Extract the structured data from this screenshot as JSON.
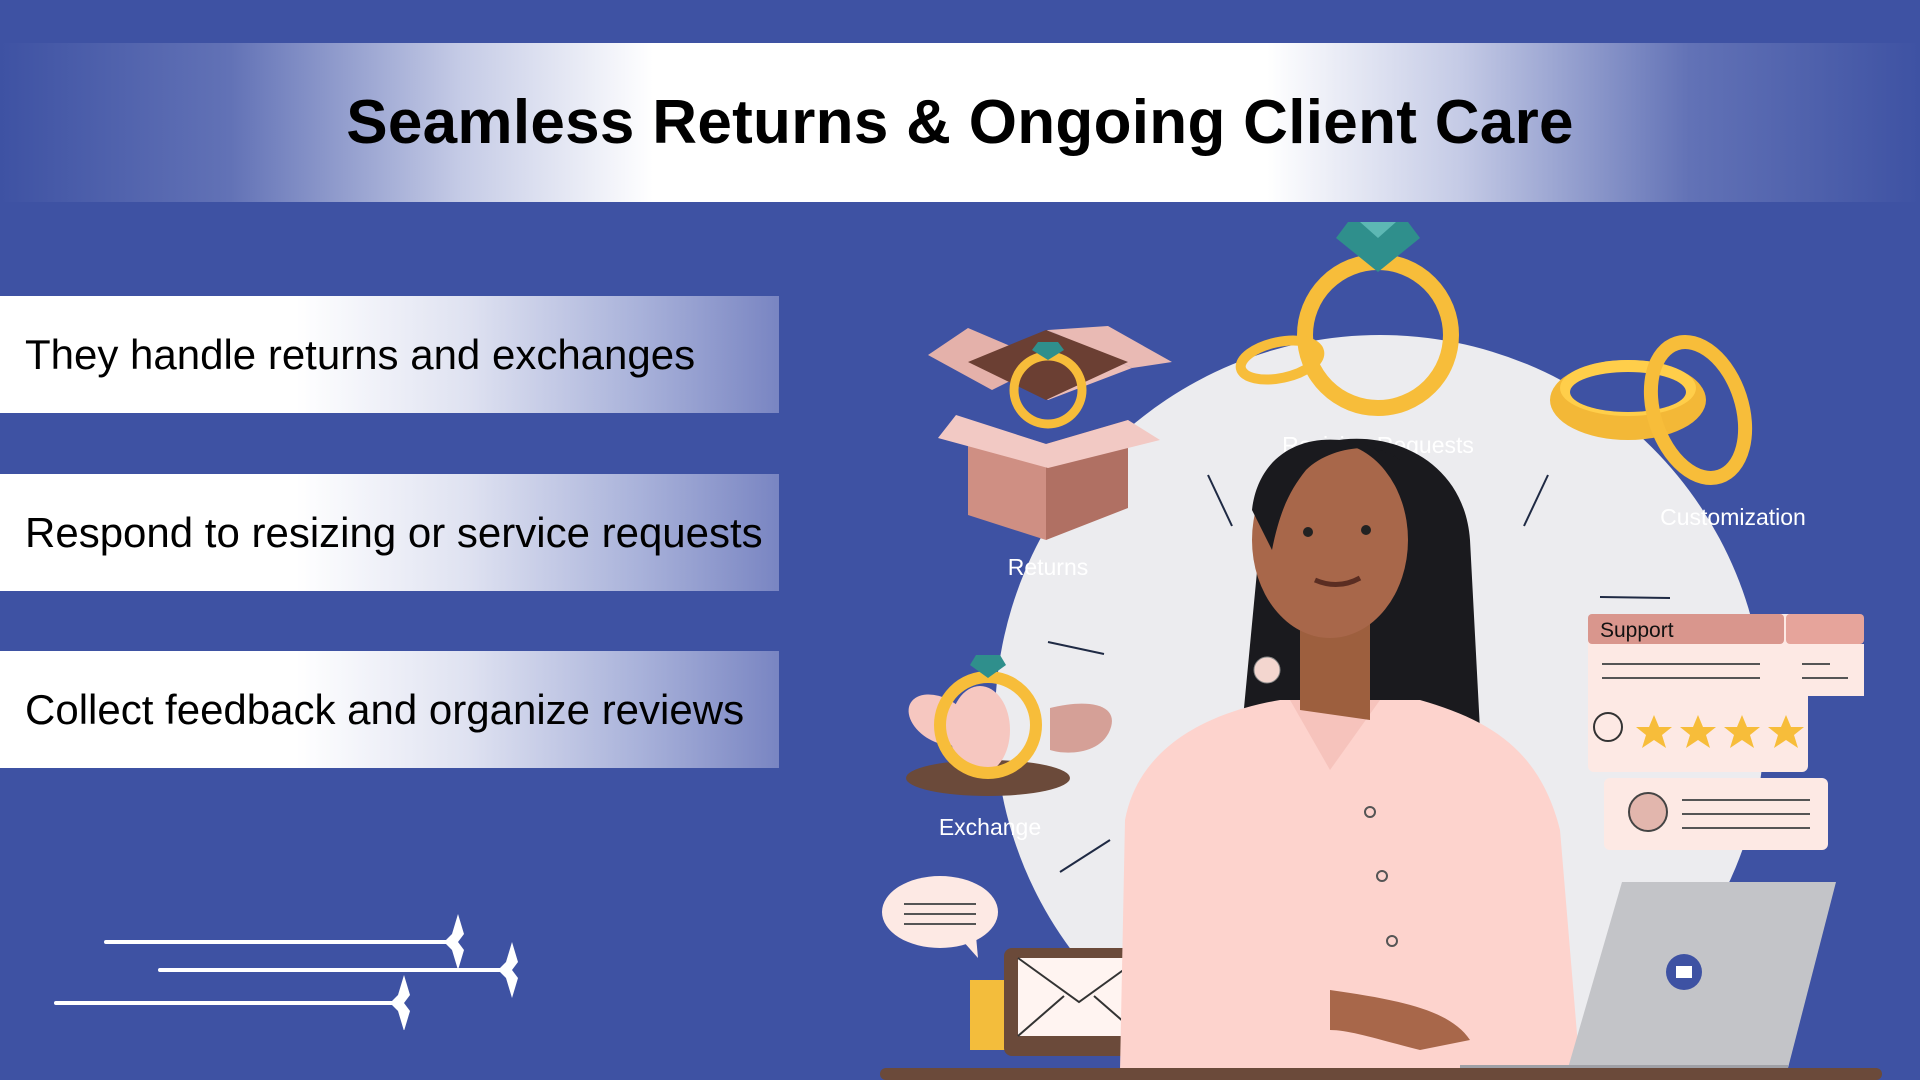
{
  "slide": {
    "title": "Seamless Returns & Ongoing Client Care",
    "bullets": [
      "They handle returns and exchanges",
      "Respond to resizing or service requests",
      "Collect feedback and organize reviews"
    ]
  },
  "illustration": {
    "labels": {
      "returns": "Returns",
      "resizing": "Resizing Requests",
      "customization": "Customization",
      "exchange": "Exchange",
      "support": "Support"
    },
    "rating_stars": 4
  },
  "colors": {
    "background": "#3e52a3",
    "gold": "#f7bd3a",
    "gem": "#2f8f8c",
    "shirt": "#fdd3cd",
    "skin": "#9d5f3e"
  }
}
